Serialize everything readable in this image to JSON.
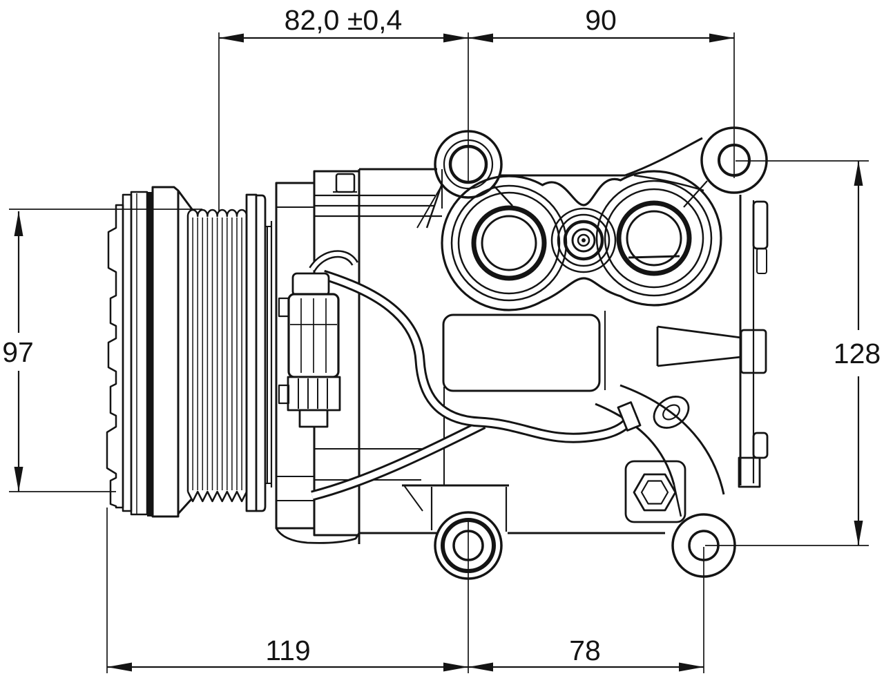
{
  "colors": {
    "background": "#ffffff",
    "line": "#141414"
  },
  "dimensions": {
    "top_left": {
      "label": "82,0 ±0,4"
    },
    "top_right": {
      "label": "90"
    },
    "left": {
      "label": "97"
    },
    "right": {
      "label": "128"
    },
    "bottom_left": {
      "label": "119"
    },
    "bottom_right": {
      "label": "78"
    }
  }
}
